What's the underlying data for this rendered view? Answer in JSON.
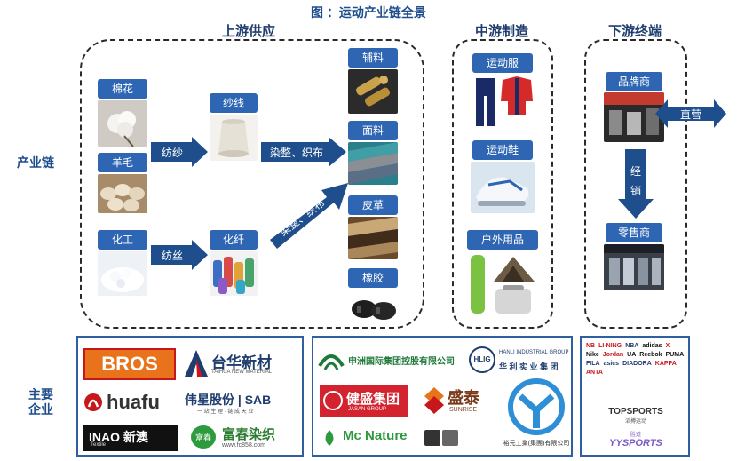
{
  "title": "图 ：运动产业链全景",
  "side": {
    "chain": "产业链",
    "companies": "主要企业"
  },
  "upstream": {
    "title": "上游供应",
    "cotton": "棉花",
    "wool": "羊毛",
    "chemical": "化工",
    "yarn": "纱线",
    "fiber": "化纤",
    "spin_yarn": "纺纱",
    "spin_silk": "纺丝",
    "dye_weave_1": "染整、织布",
    "dye_weave_2": "染整、织布",
    "accessory": "辅料",
    "fabric": "面料",
    "leather": "皮革",
    "rubber": "橡胶"
  },
  "midstream": {
    "title": "中游制造",
    "apparel": "运动服",
    "shoes": "运动鞋",
    "outdoor": "户外用品"
  },
  "downstream": {
    "title": "下游终端",
    "brand": "品牌商",
    "direct": "直营",
    "distribution": "经销",
    "retailer": "零售商"
  },
  "companies_up": [
    {
      "name": "BROS"
    },
    {
      "name": "台华新材",
      "sub": "TAIHUA NEW MATERIAL"
    },
    {
      "name": "huafu"
    },
    {
      "name": "伟星股份 | SAB",
      "sub": "一 站 生 理 · 链 成 天 业"
    },
    {
      "name": "INAO 新澳",
      "sub": "Textile"
    },
    {
      "name": "富春染织",
      "sub": "www.fc858.com"
    }
  ],
  "companies_mid": [
    {
      "name": "申洲国际集团控股有限公司"
    },
    {
      "name": "HLIG",
      "sub": "HANLI INDUSTRIAL GROUP",
      "cn": "华 利 实 业 集 团"
    },
    {
      "name": "健盛集团",
      "sub": "JASAN GROUP"
    },
    {
      "name": "盛泰",
      "sub": "SUNRISE"
    },
    {
      "name": "Mc Nature"
    },
    {
      "name": "裕元工業(集團)有限公司"
    }
  ],
  "companies_down": {
    "brands": [
      "NB",
      "LI-NING",
      "NBA",
      "adidas",
      "X",
      "Nike",
      "Jordan",
      "UA",
      "Reebok",
      "PUMA",
      "FILA",
      "asics",
      "DIADORA",
      "KAPPA",
      "ANTA"
    ],
    "topsports": "TOPSPORTS",
    "topsports_cn": "滔搏运动",
    "yysports": "YYSPORTS",
    "yysports_cn": "胜道"
  },
  "colors": {
    "accent": "#2f66b3",
    "arrow": "#1f4e8c",
    "title": "#1f3d6e"
  }
}
